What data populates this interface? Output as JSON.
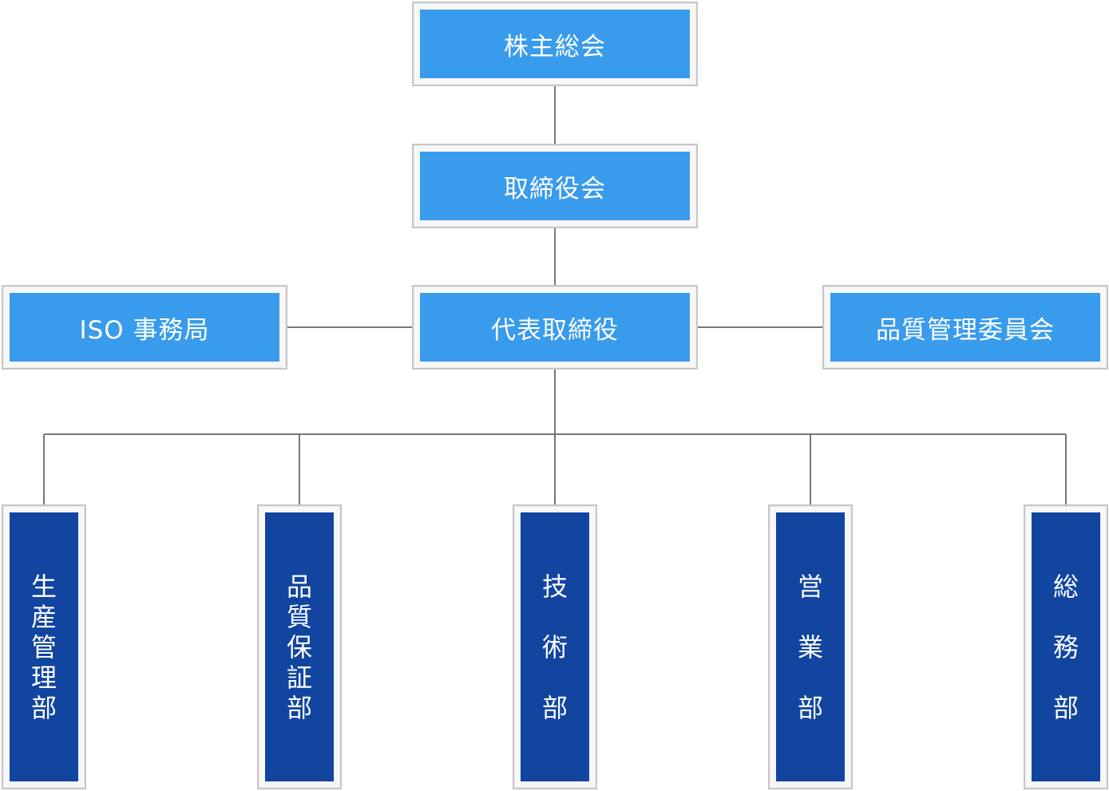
{
  "colors": {
    "upper_box": "#399bec",
    "lower_box": "#1145a0",
    "frame": "#c6c6c6",
    "connector": "#777777",
    "text": "#ffffff"
  },
  "org_chart": {
    "shareholders_meeting": "株主総会",
    "board_of_directors": "取締役会",
    "representative_director": "代表取締役",
    "iso_office": "ISO 事務局",
    "quality_committee": "品質管理委員会",
    "departments": [
      "生産管理部",
      "品質保証部",
      "技術部",
      "営業部",
      "総務部"
    ]
  }
}
